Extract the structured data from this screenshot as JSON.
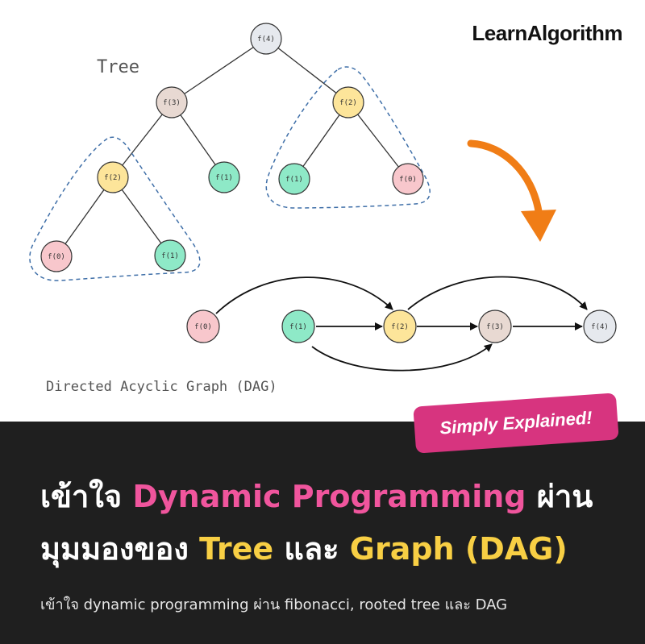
{
  "brand": "LearnAlgorithm",
  "tree": {
    "label": "Tree",
    "nodes": [
      {
        "id": "t4",
        "label": "f(4)",
        "color": "#e6e9ee"
      },
      {
        "id": "t3",
        "label": "f(3)",
        "color": "#e8d9d2"
      },
      {
        "id": "t2r",
        "label": "f(2)",
        "color": "#fde59a"
      },
      {
        "id": "t2l",
        "label": "f(2)",
        "color": "#fde59a"
      },
      {
        "id": "t1m",
        "label": "f(1)",
        "color": "#8ee9c7"
      },
      {
        "id": "t1r",
        "label": "f(1)",
        "color": "#8ee9c7"
      },
      {
        "id": "t0r",
        "label": "f(0)",
        "color": "#f8c7cc"
      },
      {
        "id": "t0l",
        "label": "f(0)",
        "color": "#f8c7cc"
      },
      {
        "id": "t1l",
        "label": "f(1)",
        "color": "#8ee9c7"
      }
    ]
  },
  "dag": {
    "label": "Directed Acyclic Graph (DAG)",
    "nodes": [
      {
        "id": "d0",
        "label": "f(0)",
        "color": "#f8c7cc"
      },
      {
        "id": "d1",
        "label": "f(1)",
        "color": "#8ee9c7"
      },
      {
        "id": "d2",
        "label": "f(2)",
        "color": "#fde59a"
      },
      {
        "id": "d3",
        "label": "f(3)",
        "color": "#e8d9d2"
      },
      {
        "id": "d4",
        "label": "f(4)",
        "color": "#e6e9ee"
      }
    ]
  },
  "badge": "Simply Explained!",
  "headline": {
    "line1_part1": "เข้าใจ ",
    "line1_highlight": "Dynamic Programming",
    "line1_part2": " ผ่าน",
    "line2_part1": "มุมมองของ ",
    "line2_highlight1": "Tree",
    "line2_part2": " และ ",
    "line2_highlight2": "Graph (DAG)"
  },
  "subtitle": "เข้าใจ dynamic programming ผ่าน fibonacci, rooted tree และ DAG",
  "colors": {
    "pink": "#f0559d",
    "yellow": "#f8cf44",
    "badge": "#d7347f",
    "arrow": "#f07d16",
    "dashed": "#3f6fa8",
    "dark_bg": "#1f1f1f"
  }
}
